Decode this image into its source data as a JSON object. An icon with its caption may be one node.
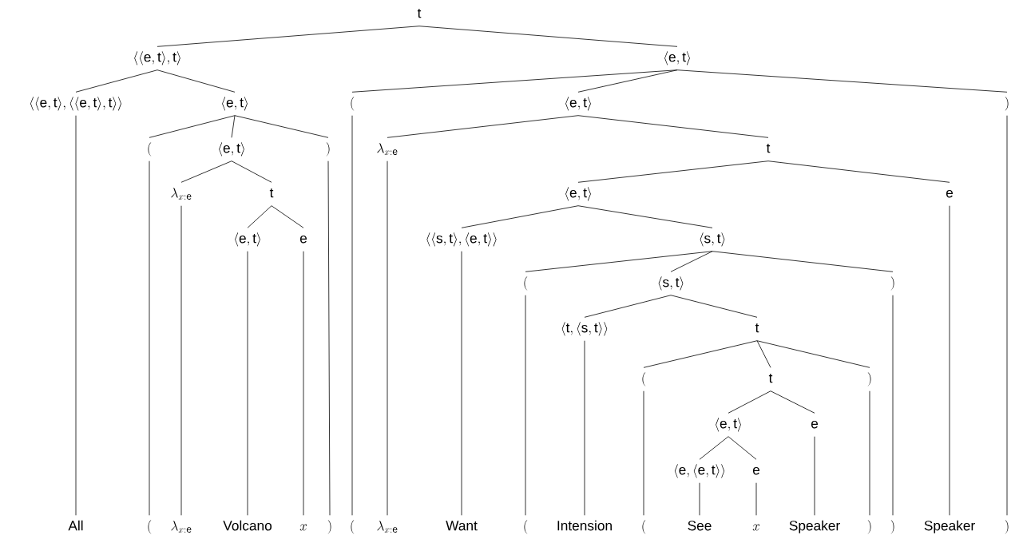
{
  "diagram": {
    "nodes": [
      {
        "text": [
          "\\mathrm{t}"
        ]
      },
      {
        "text": [
          "\\langle\\langle \\mathrm{e},\\mathrm{t}\\rangle,\\mathrm{t}\\rangle"
        ]
      },
      {
        "text": [
          "\\langle \\mathrm{e},\\mathrm{t}\\rangle"
        ]
      },
      {
        "text": [
          "\\langle\\langle \\mathrm{e},\\mathrm{t}\\rangle,\\langle\\langle \\mathrm{e},\\mathrm{t}\\rangle,\\mathrm{t}\\rangle\\rangle"
        ]
      },
      {
        "text": [
          "\\langle \\mathrm{e},\\mathrm{t}\\rangle"
        ]
      },
      {
        "text": [
          "("
        ]
      },
      {
        "text": [
          "\\langle \\mathrm{e},\\mathrm{t}\\rangle"
        ]
      },
      {
        "text": [
          ")"
        ]
      },
      {
        "text": [
          "("
        ]
      },
      {
        "text": [
          "\\langle \\mathrm{e},\\mathrm{t}\\rangle"
        ]
      },
      {
        "text": [
          ")"
        ]
      },
      {
        "text": [
          "\\lambda_{x:\\mathrm{e}}"
        ]
      },
      {
        "text": [
          "\\mathrm{t}"
        ]
      },
      {
        "text": [
          "\\lambda_{x:\\mathrm{e}}"
        ]
      },
      {
        "text": [
          "\\mathrm{t}"
        ]
      },
      {
        "text": [
          "\\langle \\mathrm{e},\\mathrm{t}\\rangle"
        ]
      },
      {
        "text": [
          "\\mathrm{e}"
        ]
      },
      {
        "text": [
          "\\langle \\mathrm{e},\\mathrm{t}\\rangle"
        ]
      },
      {
        "text": [
          "\\mathrm{e}"
        ]
      },
      {
        "text": [
          "\\langle\\langle \\mathrm{s},\\mathrm{t}\\rangle,\\langle \\mathrm{e},\\mathrm{t}\\rangle\\rangle"
        ]
      },
      {
        "text": [
          "\\langle \\mathrm{s},\\mathrm{t}\\rangle"
        ]
      },
      {
        "text": [
          "("
        ]
      },
      {
        "text": [
          "\\langle \\mathrm{s},\\mathrm{t}\\rangle"
        ]
      },
      {
        "text": [
          ")"
        ]
      },
      {
        "text": [
          "\\langle \\mathrm{t},\\langle \\mathrm{s},\\mathrm{t}\\rangle\\rangle"
        ]
      },
      {
        "text": [
          "\\mathrm{t}"
        ]
      },
      {
        "text": [
          "("
        ]
      },
      {
        "text": [
          "\\mathrm{t}"
        ]
      },
      {
        "text": [
          ")"
        ]
      },
      {
        "text": [
          "\\langle \\mathrm{e},\\mathrm{t}\\rangle"
        ]
      },
      {
        "text": [
          "\\mathrm{e}"
        ]
      },
      {
        "text": [
          "\\langle \\mathrm{e},\\langle \\mathrm{e},\\mathrm{t}\\rangle\\rangle"
        ]
      },
      {
        "text": [
          "\\mathrm{e}"
        ]
      },
      {
        "text": [
          "All"
        ]
      },
      {
        "text": [
          "("
        ]
      },
      {
        "text": [
          "\\lambda_{x:\\mathrm{e}}"
        ]
      },
      {
        "text": [
          "Volcano"
        ]
      },
      {
        "text": [
          "x"
        ]
      },
      {
        "text": [
          ")"
        ]
      },
      {
        "text": [
          "("
        ]
      },
      {
        "text": [
          "\\lambda_{x:\\mathrm{e}}"
        ]
      },
      {
        "text": [
          "Want"
        ]
      },
      {
        "text": [
          "("
        ]
      },
      {
        "text": [
          "Intension"
        ]
      },
      {
        "text": [
          "("
        ]
      },
      {
        "text": [
          "See"
        ]
      },
      {
        "text": [
          "x"
        ]
      },
      {
        "text": [
          "Speaker"
        ]
      },
      {
        "text": [
          ")"
        ]
      },
      {
        "text": [
          ")"
        ]
      },
      {
        "text": [
          "Speaker"
        ]
      },
      {
        "text": [
          ")"
        ]
      }
    ],
    "edges": [
      {
        "from": 0,
        "to": 1,
        "arrow": "none"
      },
      {
        "from": 0,
        "to": 2,
        "arrow": "none"
      },
      {
        "from": 1,
        "to": 3,
        "arrow": "none"
      },
      {
        "from": 1,
        "to": 4,
        "arrow": "none"
      },
      {
        "from": 2,
        "to": 5,
        "arrow": "none"
      },
      {
        "from": 2,
        "to": 6,
        "arrow": "none"
      },
      {
        "from": 2,
        "to": 7,
        "arrow": "none"
      },
      {
        "from": 4,
        "to": 8,
        "arrow": "none"
      },
      {
        "from": 4,
        "to": 9,
        "arrow": "none"
      },
      {
        "from": 4,
        "to": 10,
        "arrow": "none"
      },
      {
        "from": 6,
        "to": 11,
        "arrow": "none"
      },
      {
        "from": 6,
        "to": 12,
        "arrow": "none"
      },
      {
        "from": 9,
        "to": 13,
        "arrow": "none"
      },
      {
        "from": 9,
        "to": 14,
        "arrow": "none"
      },
      {
        "from": 12,
        "to": 15,
        "arrow": "none"
      },
      {
        "from": 12,
        "to": 16,
        "arrow": "none"
      },
      {
        "from": 14,
        "to": 17,
        "arrow": "none"
      },
      {
        "from": 14,
        "to": 18,
        "arrow": "none"
      },
      {
        "from": 15,
        "to": 19,
        "arrow": "none"
      },
      {
        "from": 15,
        "to": 20,
        "arrow": "none"
      },
      {
        "from": 20,
        "to": 21,
        "arrow": "none"
      },
      {
        "from": 20,
        "to": 22,
        "arrow": "none"
      },
      {
        "from": 20,
        "to": 23,
        "arrow": "none"
      },
      {
        "from": 22,
        "to": 24,
        "arrow": "none"
      },
      {
        "from": 22,
        "to": 25,
        "arrow": "none"
      },
      {
        "from": 25,
        "to": 26,
        "arrow": "none"
      },
      {
        "from": 25,
        "to": 27,
        "arrow": "none"
      },
      {
        "from": 25,
        "to": 28,
        "arrow": "none"
      },
      {
        "from": 27,
        "to": 29,
        "arrow": "none"
      },
      {
        "from": 27,
        "to": 30,
        "arrow": "none"
      },
      {
        "from": 29,
        "to": 31,
        "arrow": "none"
      },
      {
        "from": 29,
        "to": 32,
        "arrow": "none"
      },
      {
        "from": 3,
        "to": 33,
        "arrow": "none"
      },
      {
        "from": 8,
        "to": 34,
        "arrow": "none"
      },
      {
        "from": 13,
        "to": 35,
        "arrow": "none"
      },
      {
        "from": 17,
        "to": 36,
        "arrow": "none"
      },
      {
        "from": 18,
        "to": 37,
        "arrow": "none"
      },
      {
        "from": 10,
        "to": 38,
        "arrow": "none"
      },
      {
        "from": 5,
        "to": 39,
        "arrow": "none"
      },
      {
        "from": 11,
        "to": 40,
        "arrow": "none"
      },
      {
        "from": 19,
        "to": 41,
        "arrow": "none"
      },
      {
        "from": 21,
        "to": 42,
        "arrow": "none"
      },
      {
        "from": 24,
        "to": 43,
        "arrow": "none"
      },
      {
        "from": 26,
        "to": 44,
        "arrow": "none"
      },
      {
        "from": 31,
        "to": 45,
        "arrow": "none"
      },
      {
        "from": 32,
        "to": 46,
        "arrow": "none"
      },
      {
        "from": 30,
        "to": 47,
        "arrow": "none"
      },
      {
        "from": 28,
        "to": 48,
        "arrow": "none"
      },
      {
        "from": 23,
        "to": 49,
        "arrow": "none"
      },
      {
        "from": 16,
        "to": 50,
        "arrow": "none"
      },
      {
        "from": 7,
        "to": 51,
        "arrow": "none"
      }
    ]
  }
}
